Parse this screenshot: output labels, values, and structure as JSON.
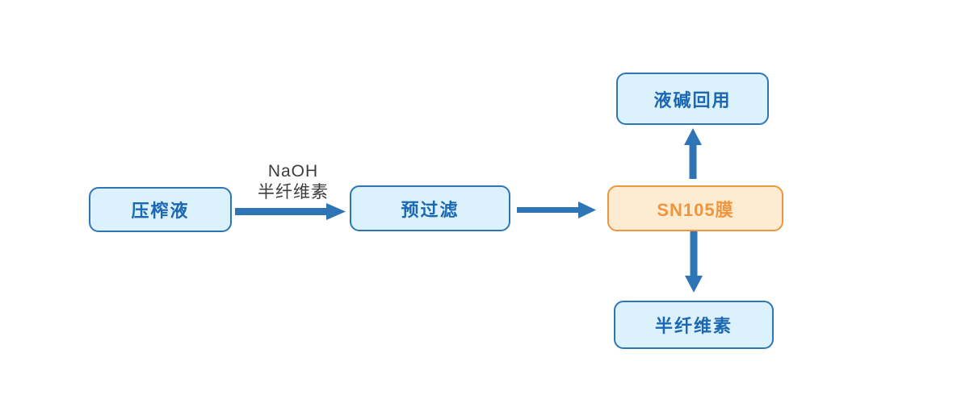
{
  "diagram": {
    "nodes": {
      "press_liquid": {
        "label": "压榨液",
        "style": "blue"
      },
      "prefilter": {
        "label": "预过滤",
        "style": "blue"
      },
      "sn105_membrane": {
        "label": "SN105膜",
        "style": "orange"
      },
      "alkali_recycle": {
        "label": "液碱回用",
        "style": "blue"
      },
      "hemicellulose": {
        "label": "半纤维素",
        "style": "blue"
      }
    },
    "edge_label": {
      "line1": "NaOH",
      "line2": "半纤维素"
    },
    "edges": [
      {
        "from": "press_liquid",
        "to": "prefilter",
        "direction": "right"
      },
      {
        "from": "prefilter",
        "to": "sn105_membrane",
        "direction": "right"
      },
      {
        "from": "sn105_membrane",
        "to": "alkali_recycle",
        "direction": "up"
      },
      {
        "from": "sn105_membrane",
        "to": "hemicellulose",
        "direction": "down"
      }
    ],
    "colors": {
      "blue_node_fill": "#dbf1fb",
      "blue_node_border": "#2e75b6",
      "blue_text": "#1b67b3",
      "orange_node_fill": "#fdebd2",
      "orange_node_border": "#f0953d",
      "orange_text": "#f0953d",
      "arrow": "#2e75b6",
      "label_text": "#3d3d3d",
      "canvas_bg": "#ffffff"
    }
  }
}
